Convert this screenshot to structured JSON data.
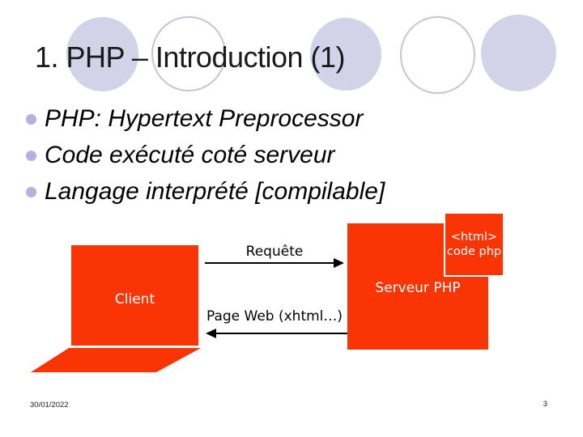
{
  "slide": {
    "title": "1. PHP – Introduction (1)",
    "bullets": [
      "PHP: Hypertext Preprocessor",
      "Code exécuté coté serveur",
      "Langage interprété [compilable]"
    ],
    "footer": {
      "date": "30/01/2022",
      "page_number": "3"
    }
  },
  "diagram": {
    "client_label": "Client",
    "server_label": "Serveur PHP",
    "code_box": {
      "line1": "<html>",
      "line2": "code php"
    },
    "request_label": "Requête",
    "response_label": "Page Web (xhtml…)"
  },
  "colors": {
    "accent_red": "#fa3505",
    "circle_fill": "#d2d2e8",
    "circle_stroke": "#c5c5d8",
    "bullet_dot": "#b2b2e0"
  }
}
